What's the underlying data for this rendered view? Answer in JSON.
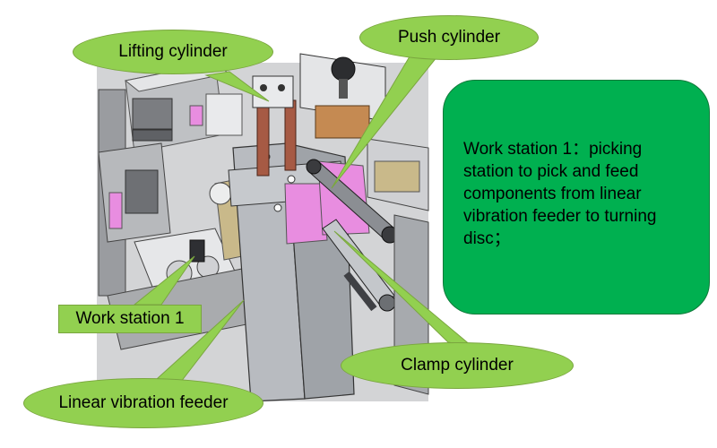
{
  "callouts": {
    "lifting_cylinder": "Lifting cylinder",
    "push_cylinder": "Push cylinder",
    "work_station_1": "Work station 1",
    "clamp_cylinder": "Clamp cylinder",
    "linear_vibration_feeder": "Linear vibration feeder"
  },
  "description": {
    "text": "Work station 1：picking\nstation to pick and feed\ncomponents from linear\nvibration feeder to turning\ndisc；"
  },
  "colors": {
    "callout_fill": "#92d050",
    "description_fill": "#00b050",
    "part_pink": "#e88de0"
  }
}
